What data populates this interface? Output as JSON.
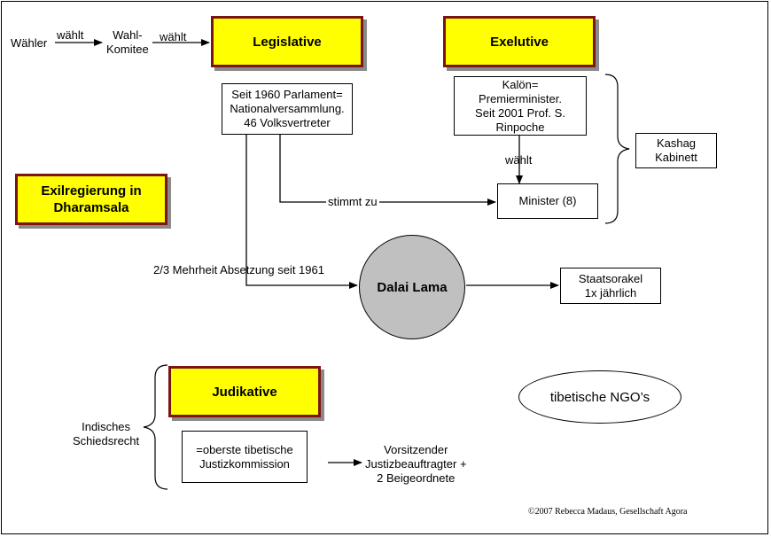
{
  "nodes": {
    "waehler": "Wähler",
    "wahl_komitee": "Wahl-\nKomitee",
    "legislative": "Legislative",
    "exekutive": "Exelutive",
    "parlament": "Seit 1960 Parlament=\nNationalversammlung.\n46 Volksvertreter",
    "kaloen": "Kalön=\nPremierminister.\nSeit 2001 Prof. S.\nRinpoche",
    "kashag": "Kashag\nKabinett",
    "minister": "Minister (8)",
    "exilregierung": "Exilregierung in\nDharamsala",
    "dalai_lama": "Dalai Lama",
    "staatsorakel": "Staatsorakel\n1x jährlich",
    "judikative": "Judikative",
    "tibetische_ngos": "tibetische NGO’s",
    "indisches_schiedsrecht": "Indisches\nSchiedsrecht",
    "justizkommission": "=oberste tibetische\nJustizkommission",
    "vorsitzender": "Vorsitzender\nJustizbeauftragter +\n2 Beigeordnete"
  },
  "edge_labels": {
    "waehlt_1": "wählt",
    "waehlt_2": "wählt",
    "waehlt_3": "wählt",
    "stimmt_zu": "stimmt zu",
    "absetzung": "2/3 Mehrheit Absetzung seit 1961"
  },
  "footer": {
    "copyright": "©2007 Rebecca Madaus, Gesellschaft Agora"
  }
}
